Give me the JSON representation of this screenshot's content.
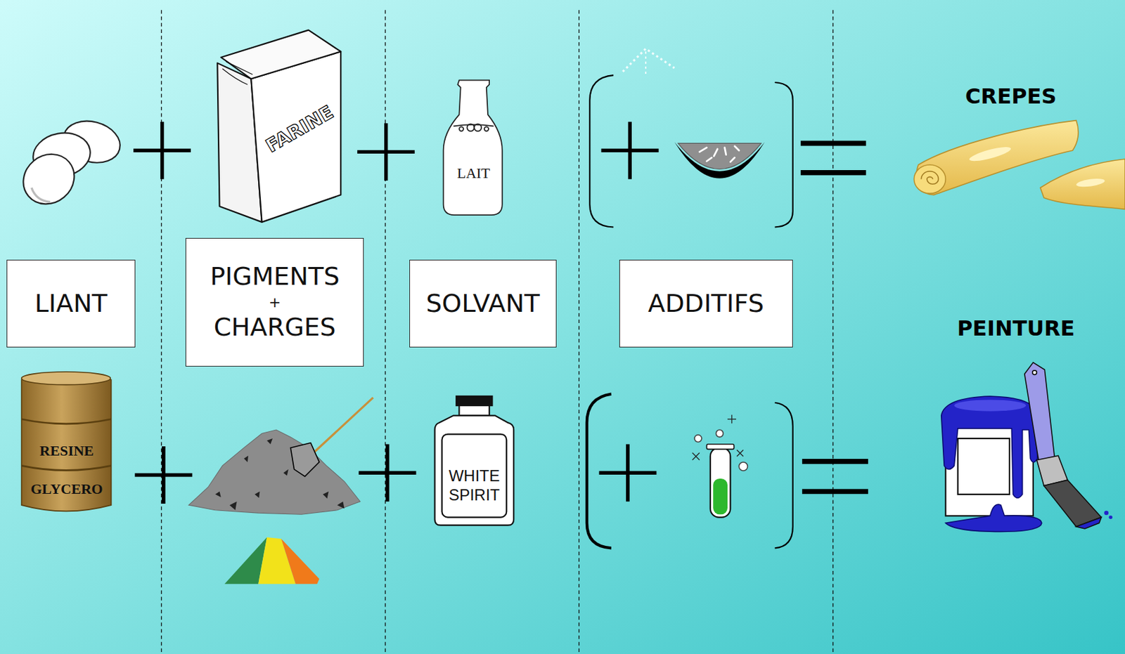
{
  "diagram": {
    "nodes": [
      {
        "text": [
          "LIANT"
        ]
      },
      {
        "text": [
          "PIGMENTS",
          "+",
          "CHARGES"
        ]
      },
      {
        "text": [
          "SOLVANT"
        ]
      },
      {
        "text": [
          "ADDITIFS"
        ]
      }
    ],
    "labels": [
      "FARINE",
      "LAIT",
      "CREPES",
      "PEINTURE",
      "RESINE",
      "GLYCERO",
      "WHITE SPIRIT"
    ]
  }
}
